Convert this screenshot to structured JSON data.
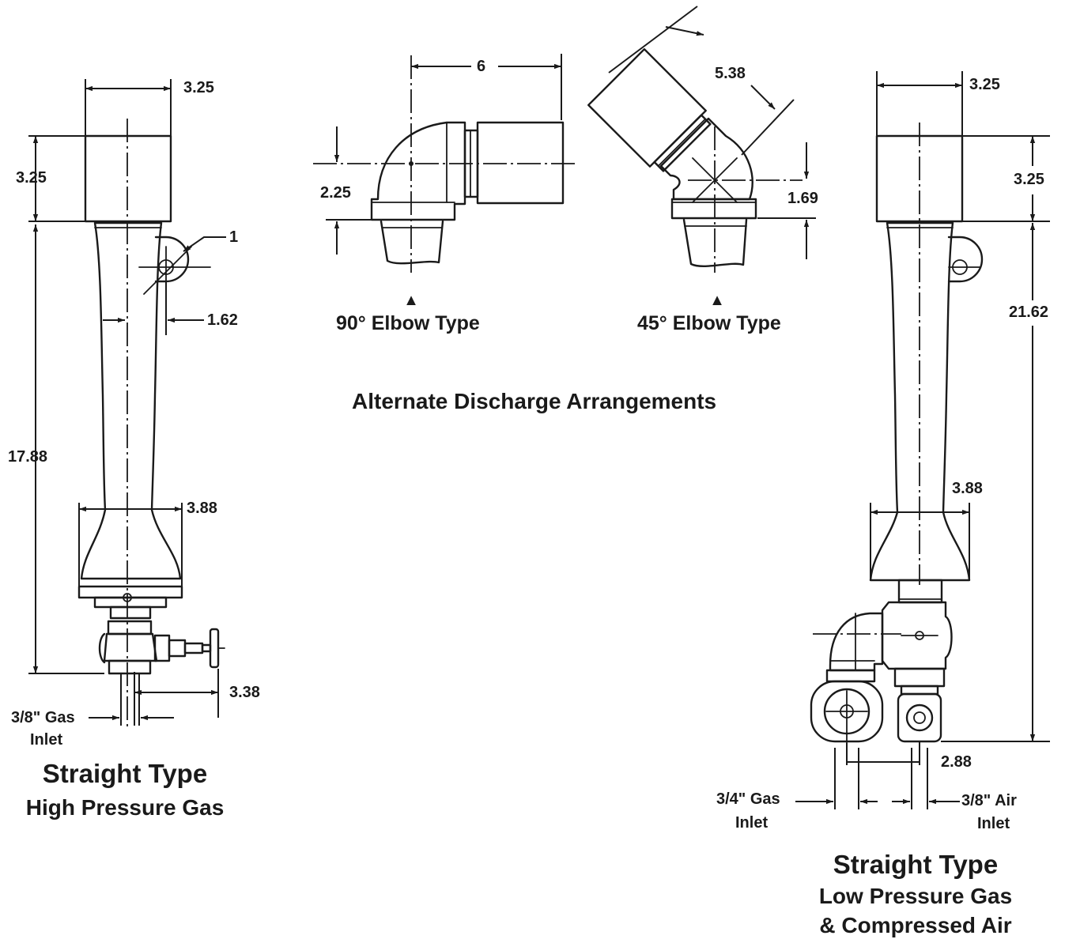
{
  "dimensions": {
    "left_top_width": "3.25",
    "left_head_height": "3.25",
    "left_leader_1": "1",
    "left_offset": "1.62",
    "left_length": "17.88",
    "left_base_width": "3.88",
    "left_valve_offset": "3.38",
    "elbow90_length": "6",
    "elbow90_height": "2.25",
    "elbow45_length": "5.38",
    "elbow45_height": "1.69",
    "right_top_width": "3.25",
    "right_head_height": "3.25",
    "right_length": "21.62",
    "right_base_width": "3.88",
    "right_inlet_spacing": "2.88"
  },
  "labels": {
    "left_inlet_line1": "3/8\" Gas",
    "left_inlet_line2": "Inlet",
    "left_caption_title": "Straight Type",
    "left_caption_sub": "High Pressure Gas",
    "elbow90_marker": "▲",
    "elbow90_caption": "90° Elbow Type",
    "elbow45_marker": "▲",
    "elbow45_caption": "45° Elbow Type",
    "center_caption": "Alternate Discharge Arrangements",
    "right_gas_inlet_line1": "3/4\" Gas",
    "right_gas_inlet_line2": "Inlet",
    "right_air_inlet_line1": "3/8\" Air",
    "right_air_inlet_line2": "Inlet",
    "right_caption_title": "Straight Type",
    "right_caption_sub1": "Low Pressure Gas",
    "right_caption_sub2": "& Compressed Air"
  }
}
